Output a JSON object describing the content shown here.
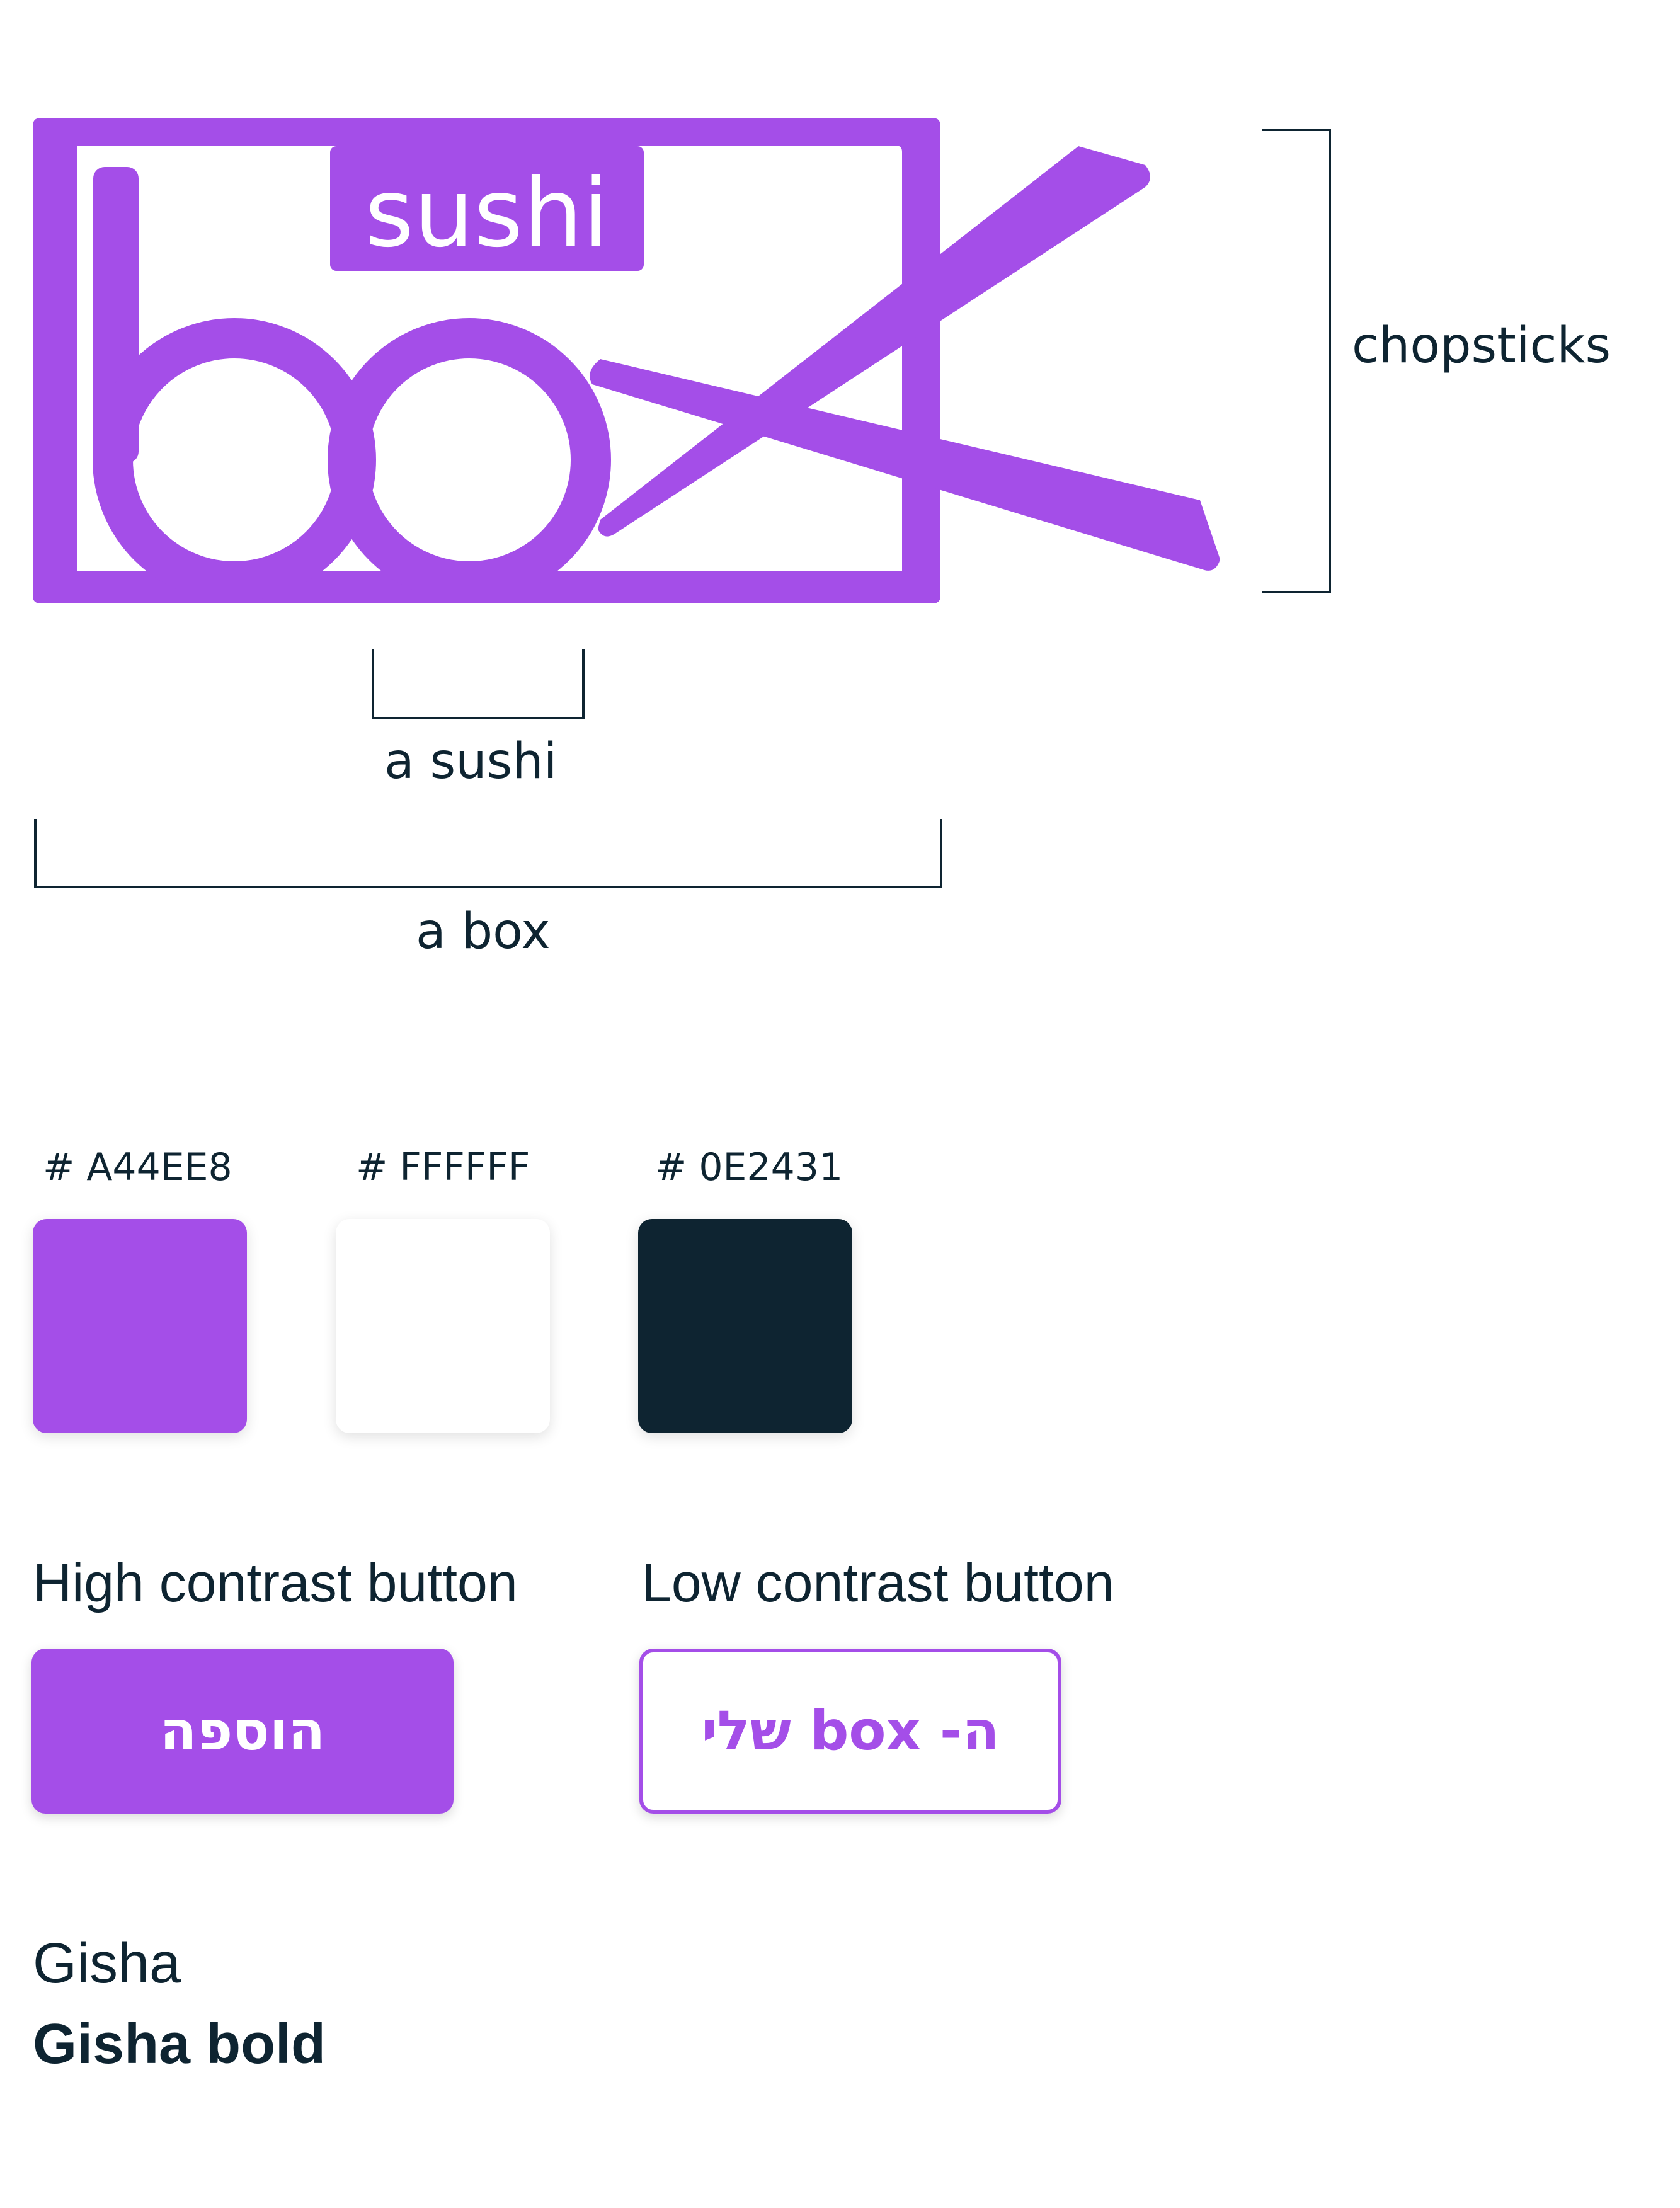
{
  "logo": {
    "top_word": "sushi",
    "main_word": "box",
    "color": "#A44EE8"
  },
  "annotations": {
    "chopsticks": "chopsticks",
    "sushi": "a sushi",
    "box": "a box"
  },
  "palette": [
    {
      "code": "# A44EE8",
      "color": "#A44EE8"
    },
    {
      "code": "# FFFFFF",
      "color": "#FFFFFF"
    },
    {
      "code": "# 0E2431",
      "color": "#0E2431"
    }
  ],
  "buttons": {
    "high": {
      "title": "High contrast button",
      "label": "הוספה"
    },
    "low": {
      "title": "Low contrast button",
      "label": "ה- box שלי"
    }
  },
  "fonts": {
    "regular": "Gisha",
    "bold": "Gisha bold"
  }
}
